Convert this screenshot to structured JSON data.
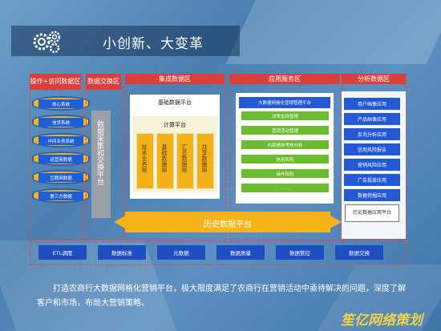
{
  "title": "小创新、大变革",
  "columns": {
    "ops": {
      "header": "操作+访问数据区",
      "sources": [
        "核心系统",
        "信贷系统",
        "中间业务系统",
        "运营商数据",
        "互联网数据",
        "第三方数据"
      ]
    },
    "exchange": {
      "header": "数据交换区",
      "panel": "数据采集和交换平台"
    },
    "integration": {
      "header": "集成数据区",
      "basic": "基础数据平台",
      "compute": "计算平台",
      "modules": [
        "技术业务层",
        "基础数据层",
        "汇总数据层",
        "共享数据层"
      ]
    },
    "apps": {
      "header": "应用服务区",
      "top": "大数据网格化营销管理平台",
      "items": [
        "决策支持管理",
        "营销活动管理",
        "内部绩效考核分析",
        "信用风险",
        "操作风险",
        "……"
      ]
    },
    "analysis": {
      "header": "分析数据区",
      "items": [
        "用户画像应用",
        "产品画像应用",
        "反洗分析应用",
        "信用风险报告",
        "营销风险应用",
        "广告投放应用",
        "数据挖掘应用",
        "历史数据应用平台"
      ]
    }
  },
  "history": "历史数据平台",
  "footer": [
    "ETL调度",
    "数据标准",
    "元数据",
    "数据质量",
    "数据管控",
    "数据交换"
  ],
  "caption": "打造农商行大数据网格化营销平台，极大限度满足了农商行在营销活动中亟待解决的问题，深度了解客户和市场，布局大营销策略。",
  "watermark": "笙亿网络策划",
  "colors": {
    "accent": "#d9403d",
    "yellow": "#f3b21a",
    "green": "#6dbb2e",
    "blue": "#2359d4"
  }
}
